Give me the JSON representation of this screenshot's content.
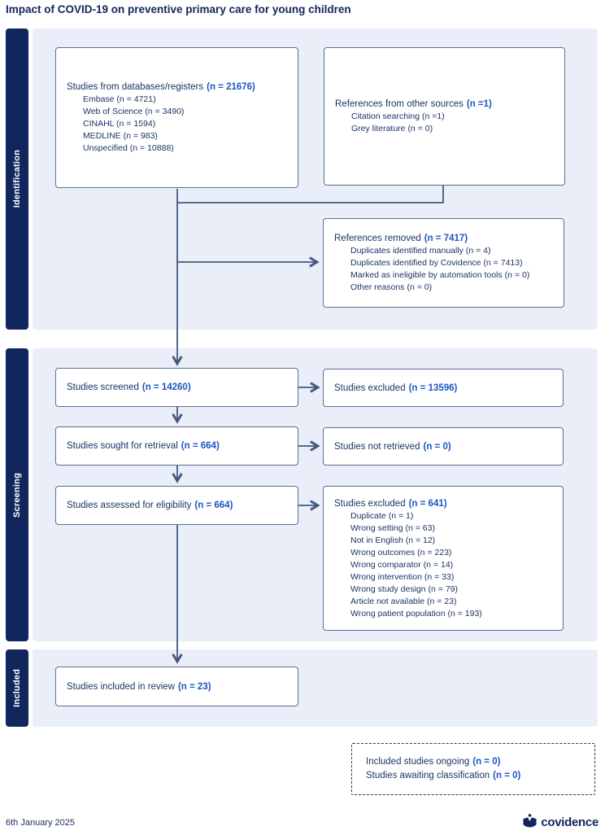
{
  "title": "Impact of COVID-19 on preventive primary care for young children",
  "sections": {
    "identification": {
      "label": "Identification"
    },
    "screening": {
      "label": "Screening"
    },
    "included": {
      "label": "Included"
    }
  },
  "boxes": {
    "databases": {
      "label": "Studies from databases/registers",
      "count": "(n = 21676)",
      "items": [
        "Embase (n = 4721)",
        "Web of Science (n = 3490)",
        "CINAHL (n = 1594)",
        "MEDLINE (n = 983)",
        "Unspecified (n = 10888)"
      ]
    },
    "other_sources": {
      "label": "References from other sources",
      "count": "(n =1)",
      "items": [
        "Citation searching (n =1)",
        "Grey literature (n = 0)"
      ]
    },
    "references_removed": {
      "label": "References removed",
      "count": "(n = 7417)",
      "items": [
        "Duplicates identified manually (n = 4)",
        "Duplicates identified by Covidence (n = 7413)",
        "Marked as ineligible by automation tools (n = 0)",
        "Other reasons (n = 0)"
      ]
    },
    "screened": {
      "label": "Studies screened",
      "count": "(n = 14260)"
    },
    "excluded_screening": {
      "label": "Studies excluded",
      "count": "(n = 13596)"
    },
    "sought": {
      "label": "Studies sought for retrieval",
      "count": "(n = 664)"
    },
    "not_retrieved": {
      "label": "Studies not retrieved",
      "count": "(n = 0)"
    },
    "assessed": {
      "label": "Studies assessed for eligibility",
      "count": "(n = 664)"
    },
    "excluded_eligibility": {
      "label": "Studies excluded",
      "count": "(n = 641)",
      "items": [
        "Duplicate (n = 1)",
        "Wrong setting (n = 63)",
        "Not in English (n = 12)",
        "Wrong outcomes (n = 223)",
        "Wrong comparator (n = 14)",
        "Wrong intervention (n = 33)",
        "Wrong study design (n = 79)",
        "Article not available (n = 23)",
        "Wrong patient population (n = 193)"
      ]
    },
    "included_review": {
      "label": "Studies included in review",
      "count": "(n = 23)"
    },
    "ongoing": {
      "lines": [
        {
          "label": "Included studies ongoing",
          "count": "(n = 0)"
        },
        {
          "label": "Studies awaiting classification",
          "count": "(n = 0)"
        }
      ]
    }
  },
  "footer": {
    "date": "6th January 2025",
    "brand": "covidence"
  },
  "colors": {
    "navy": "#12265e",
    "accent_blue": "#1d55c4",
    "band_bg": "#e9eef9",
    "box_border": "#5b6e93",
    "arrow": "#44587e"
  }
}
